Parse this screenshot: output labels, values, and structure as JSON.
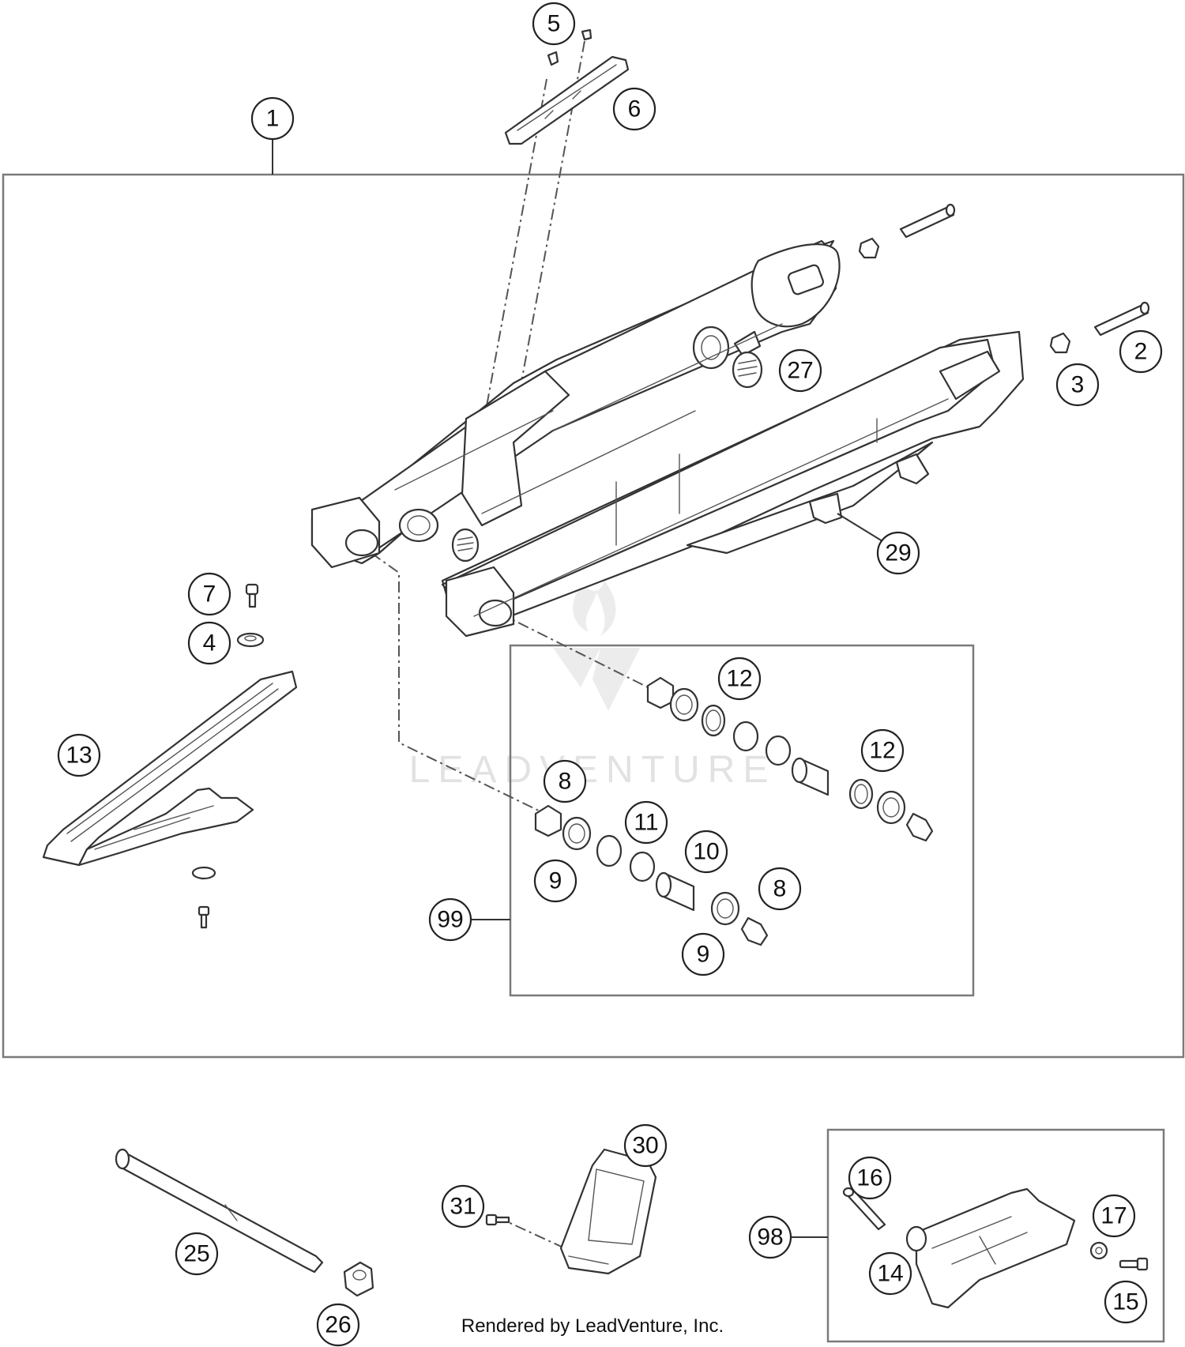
{
  "callouts": [
    {
      "id": "c1",
      "label": "1"
    },
    {
      "id": "c2",
      "label": "2"
    },
    {
      "id": "c3",
      "label": "3"
    },
    {
      "id": "c4",
      "label": "4"
    },
    {
      "id": "c5",
      "label": "5"
    },
    {
      "id": "c6",
      "label": "6"
    },
    {
      "id": "c7",
      "label": "7"
    },
    {
      "id": "c8a",
      "label": "8"
    },
    {
      "id": "c8b",
      "label": "8"
    },
    {
      "id": "c9a",
      "label": "9"
    },
    {
      "id": "c9b",
      "label": "9"
    },
    {
      "id": "c10",
      "label": "10"
    },
    {
      "id": "c11",
      "label": "11"
    },
    {
      "id": "c12a",
      "label": "12"
    },
    {
      "id": "c12b",
      "label": "12"
    },
    {
      "id": "c13",
      "label": "13"
    },
    {
      "id": "c14",
      "label": "14"
    },
    {
      "id": "c15",
      "label": "15"
    },
    {
      "id": "c16",
      "label": "16"
    },
    {
      "id": "c17",
      "label": "17"
    },
    {
      "id": "c25",
      "label": "25"
    },
    {
      "id": "c26",
      "label": "26"
    },
    {
      "id": "c27",
      "label": "27"
    },
    {
      "id": "c29",
      "label": "29"
    },
    {
      "id": "c30",
      "label": "30"
    },
    {
      "id": "c31",
      "label": "31"
    },
    {
      "id": "c98",
      "label": "98"
    },
    {
      "id": "c99",
      "label": "99"
    }
  ],
  "watermark": "LEADVENTURE",
  "footer": {
    "credit": "Rendered by LeadVenture, Inc."
  }
}
